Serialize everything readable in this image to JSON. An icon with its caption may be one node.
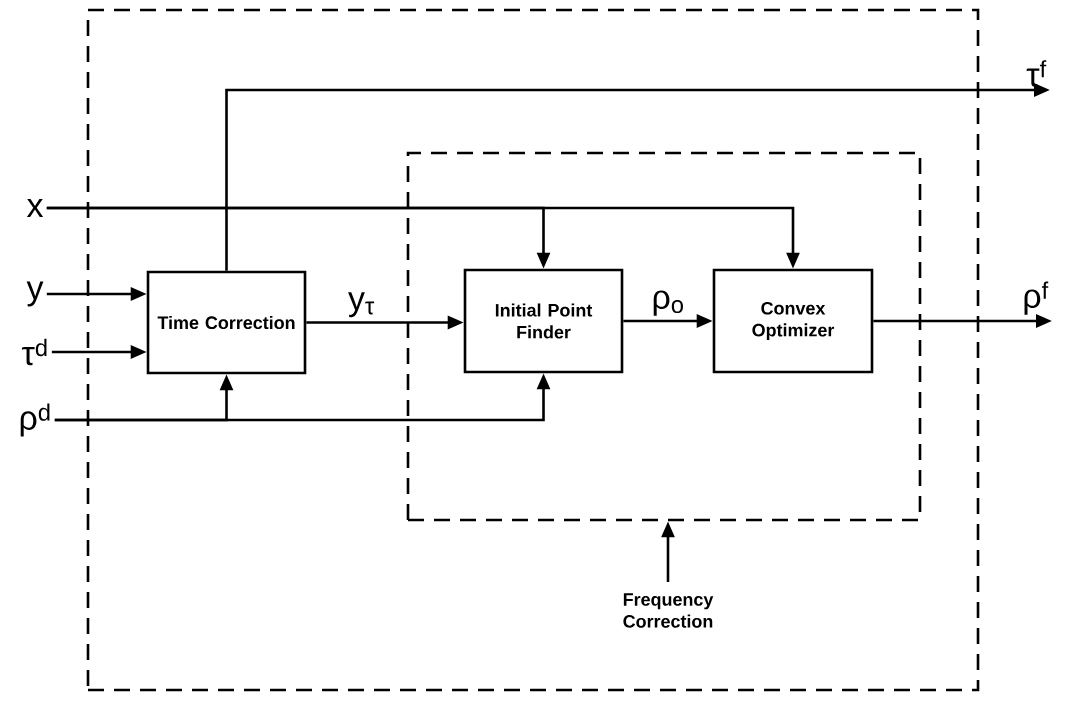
{
  "diagram": {
    "nodes": [
      {
        "text": [],
        "shape": "box"
      },
      {
        "text": [],
        "shape": "box",
        "in": 0
      },
      {
        "text": [
          "Time Correction"
        ],
        "in": 0
      },
      {
        "text": [
          "Initial Point Finder"
        ],
        "in": 1
      },
      {
        "text": [
          "Convex Optimizer"
        ],
        "in": 1
      },
      {
        "text": [
          "x"
        ]
      },
      {
        "text": [
          "y"
        ]
      },
      {
        "text": [
          "τ$^{d}$"
        ]
      },
      {
        "text": [
          "ρ$^{d}$"
        ]
      },
      {
        "text": [
          "τ$^{f}$"
        ]
      },
      {
        "text": [
          "ρ$^{f}$"
        ]
      },
      {
        "text": [
          "Frequency Correction"
        ],
        "in": 0
      }
    ],
    "edges": [
      {
        "from": 5,
        "to": 3,
        "arrow": "to"
      },
      {
        "from": 5,
        "to": 4,
        "arrow": "to"
      },
      {
        "from": 6,
        "to": 2,
        "arrow": "to"
      },
      {
        "from": 7,
        "to": 2,
        "arrow": "to"
      },
      {
        "from": 8,
        "to": 2,
        "arrow": "to"
      },
      {
        "from": 8,
        "to": 3,
        "arrow": "to"
      },
      {
        "from": 2,
        "to": 9,
        "arrow": "to"
      },
      {
        "from": 2,
        "to": 3,
        "arrow": "to",
        "label": "y$_{τ}$"
      },
      {
        "from": 3,
        "to": 4,
        "arrow": "to",
        "label": "ρ$_{o}$"
      },
      {
        "from": 4,
        "to": 10,
        "arrow": "to"
      },
      {
        "from": 11,
        "to": 1,
        "arrow": "to"
      }
    ]
  }
}
